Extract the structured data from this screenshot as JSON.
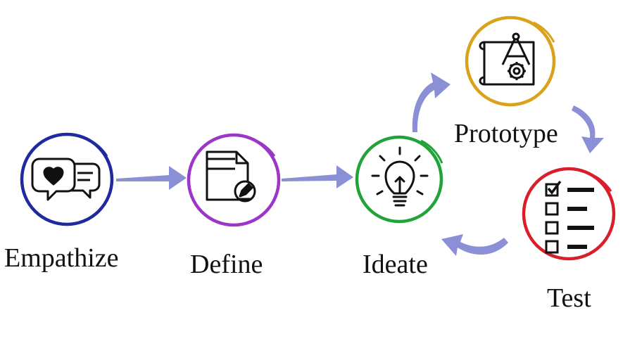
{
  "stages": [
    {
      "label": "Empathize",
      "icon": "chat-bubbles-heart-icon",
      "ring_color": "#1f2a9e"
    },
    {
      "label": "Define",
      "icon": "document-pen-icon",
      "ring_color": "#9b36c9"
    },
    {
      "label": "Ideate",
      "icon": "lightbulb-icon",
      "ring_color": "#22a33a"
    },
    {
      "label": "Prototype",
      "icon": "blueprint-compass-gear-icon",
      "ring_color": "#d9a21a"
    },
    {
      "label": "Test",
      "icon": "checklist-icon",
      "ring_color": "#d8202d"
    }
  ],
  "arrow_color": "#8a8fd6"
}
